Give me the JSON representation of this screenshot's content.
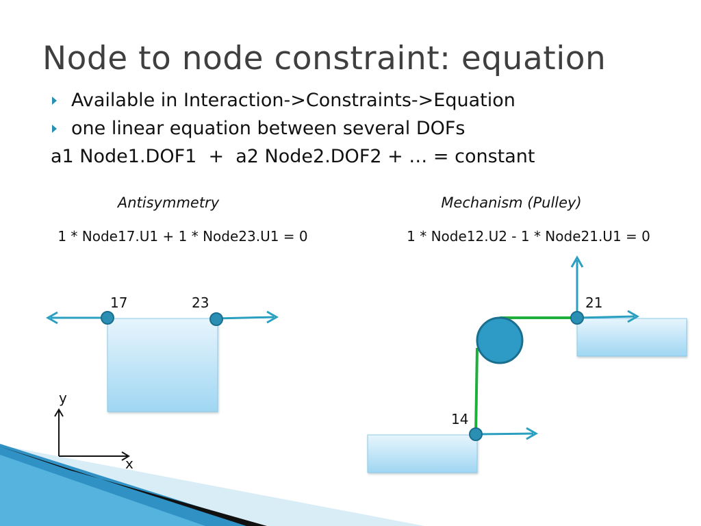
{
  "slide": {
    "title": "Node to node constraint: equation",
    "bullets": [
      "Available in Interaction->Constraints->Equation",
      "one linear equation between several DOFs"
    ],
    "general_equation": "a1 Node1.DOF1  +  a2 Node2.DOF2 + … = constant"
  },
  "antisymmetry": {
    "heading": "Antisymmetry",
    "equation": "1 * Node17.U1 + 1 * Node23.U1 = 0",
    "node_labels": [
      "17",
      "23"
    ],
    "axis_labels": {
      "y": "y",
      "x": "x"
    }
  },
  "mechanism": {
    "heading": "Mechanism (Pulley)",
    "equation": "1 * Node12.U2 - 1 * Node21.U1 = 0",
    "node_labels": [
      "21",
      "14"
    ]
  },
  "colors": {
    "arrow": "#2a9fc0",
    "node": "#2a8fb3",
    "cable": "#1fae3c",
    "box_top": "#e7f5fd",
    "box_bottom": "#9fd6f2",
    "pulley": "#2e9bc6",
    "bullet": "#2a8fb3"
  }
}
